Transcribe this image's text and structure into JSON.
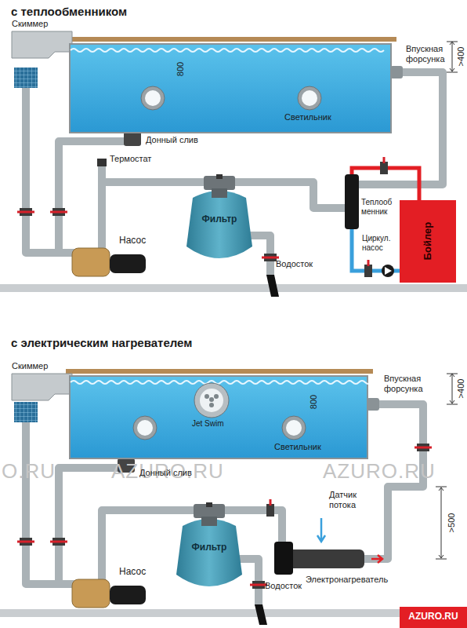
{
  "diagram": {
    "nodes": [
      {
        "text": [
          "Светильник"
        ]
      },
      {
        "text": [
          "Фильтр"
        ]
      },
      {
        "text": [
          "Бойлер"
        ]
      },
      {
        "text": [
          "Jet Swim",
          "Светильник"
        ]
      },
      {
        "text": [
          "Фильтр"
        ]
      },
      {
        "text": [
          "AZURO.RU"
        ]
      }
    ],
    "edges": [
      {
        "from": 1,
        "to": 0,
        "arrow": "none"
      },
      {
        "from": 4,
        "to": 3,
        "arrow": "none"
      }
    ],
    "labels": [
      "с теплообменником",
      "Скиммер",
      "800",
      ">400",
      "Впускная форсунка",
      "Донный слив",
      "Термостат",
      "Теплооб менник",
      "Циркул. насос",
      "Насос",
      "Водосток",
      "с электрическим нагревателем",
      "Скиммер",
      "800",
      ">400",
      "Впускная форсунка",
      "Донный слив",
      "Датчик потока",
      ">500",
      "Электронагреватель",
      "Насос",
      "Водосток",
      "O.RU",
      "AZURO.RU",
      "AZURO.RU"
    ]
  }
}
